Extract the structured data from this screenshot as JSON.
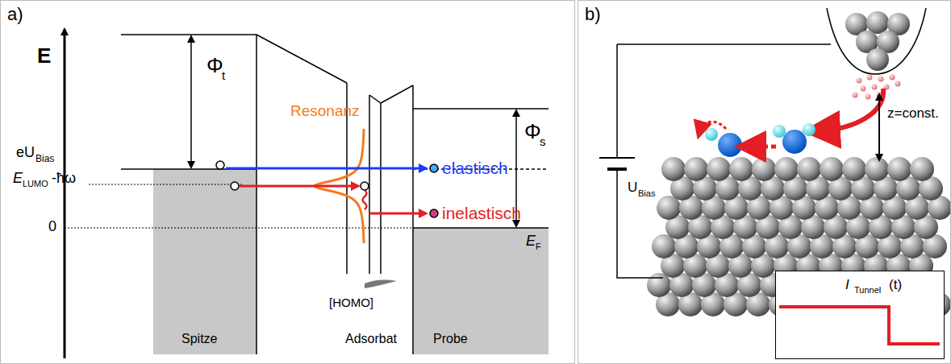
{
  "diagram": {
    "nodes": [
      {
        "text": [
          "a)"
        ]
      },
      {
        "text": [
          "b)"
        ]
      },
      {
        "text": [
          "I",
          "Tunnel",
          "(t)"
        ],
        "in": 1
      }
    ],
    "labels": [
      "E",
      "Φ",
      "t",
      "eU",
      "Bias",
      "E",
      "LUMO",
      "-ħω",
      "0",
      "Resonanz",
      "elastisch",
      "inelastisch",
      "Φ",
      "s",
      "E",
      "F",
      "[HOMO]",
      "Spitze",
      "Adsorbat",
      "Probe",
      "U",
      "Bias",
      "z=const."
    ]
  }
}
